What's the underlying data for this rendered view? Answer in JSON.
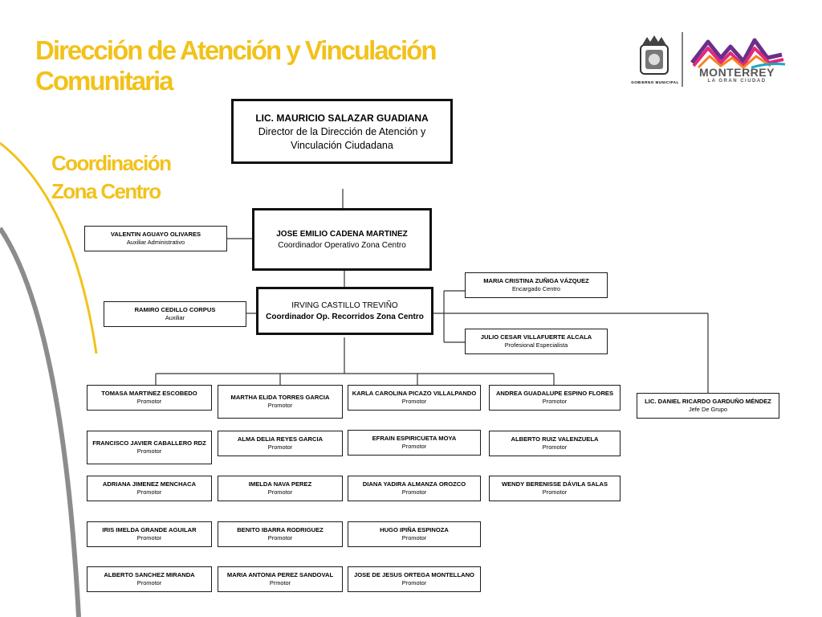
{
  "header": {
    "title_line1": "Dirección de Atención y Vinculación",
    "title_line2": "Comunitaria",
    "subtitle_line1": "Coordinación",
    "subtitle_line2": "Zona Centro"
  },
  "logos": {
    "municipal_label": "GOBIERNO MUNICIPAL",
    "city_name": "MONTERREY",
    "city_tagline": "LA GRAN CIUDAD"
  },
  "colors": {
    "accent": "#f2c21b",
    "arc_gray": "#8c8c8c",
    "line": "#333333"
  },
  "org": {
    "director": {
      "name": "LIC. MAURICIO SALAZAR GUADIANA",
      "role": "Director  de la Dirección de Atención y Vinculación Ciudadana"
    },
    "coordinator": {
      "name": "JOSE EMILIO CADENA MARTINEZ",
      "role": "Coordinador  Operativo Zona Centro"
    },
    "assistant_admin": {
      "name": "VALENTIN AGUAYO OLIVARES",
      "role": "Auxiliar Administrativo"
    },
    "coordinator_tours": {
      "name": "IRVING CASTILLO TREVIÑO",
      "role": "Coordinador Op. Recorridos Zona Centro"
    },
    "assistant": {
      "name": "RAMIRO CEDILLO CORPUS",
      "role": "Auxiliar"
    },
    "center_manager": {
      "name": "MARIA CRISTINA ZUÑIGA VÁZQUEZ",
      "role": "Encargado Centro"
    },
    "specialist": {
      "name": "JULIO CESAR VILLAFUERTE ALCALA",
      "role": "Profesional Especialista"
    },
    "group_head": {
      "name": "LIC. DANIEL RICARDO GARDUÑO MÉNDEZ",
      "role": "Jefe De Grupo"
    },
    "columns": [
      [
        {
          "name": "TOMASA MARTINEZ ESCOBEDO",
          "role": "Promotor"
        },
        {
          "name": "FRANCISCO JAVIER CABALLERO RDZ",
          "role": "Promotor"
        },
        {
          "name": "ADRIANA JIMENEZ MENCHACA",
          "role": "Promotor"
        },
        {
          "name": "IRIS IMELDA GRANDE AGUILAR",
          "role": "Promotor"
        },
        {
          "name": "ALBERTO SANCHEZ MIRANDA",
          "role": "Promotor"
        }
      ],
      [
        {
          "name": "MARTHA ELIDA TORRES GARCIA",
          "role": "Promotor"
        },
        {
          "name": "ALMA DELIA REYES GARCIA",
          "role": "Promotor"
        },
        {
          "name": "IMELDA NAVA PEREZ",
          "role": "Promotor"
        },
        {
          "name": "BENITO IBARRA RODRIGUEZ",
          "role": "Promotor"
        },
        {
          "name": "MARIA ANTONIA PEREZ SANDOVAL",
          "role": "Prmotor"
        }
      ],
      [
        {
          "name": "KARLA CAROLINA PICAZO VILLALPANDO",
          "role": "Promotor"
        },
        {
          "name": "EFRAIN ESPIRICUETA MOYA",
          "role": "Promotor"
        },
        {
          "name": "DIANA YADIRA ALMANZA OROZCO",
          "role": "Promotor"
        },
        {
          "name": "HUGO IPIÑA ESPINOZA",
          "role": "Promotor"
        },
        {
          "name": "JOSE DE JESUS ORTEGA MONTELLANO",
          "role": "Promotor"
        }
      ],
      [
        {
          "name": "ANDREA GUADALUPE ESPINO FLORES",
          "role": "Promotor"
        },
        {
          "name": "ALBERTO RUIZ VALENZUELA",
          "role": "Promotor"
        },
        {
          "name": "WENDY BERENISSE DÁVILA SALAS",
          "role": "Promotor"
        }
      ]
    ]
  }
}
